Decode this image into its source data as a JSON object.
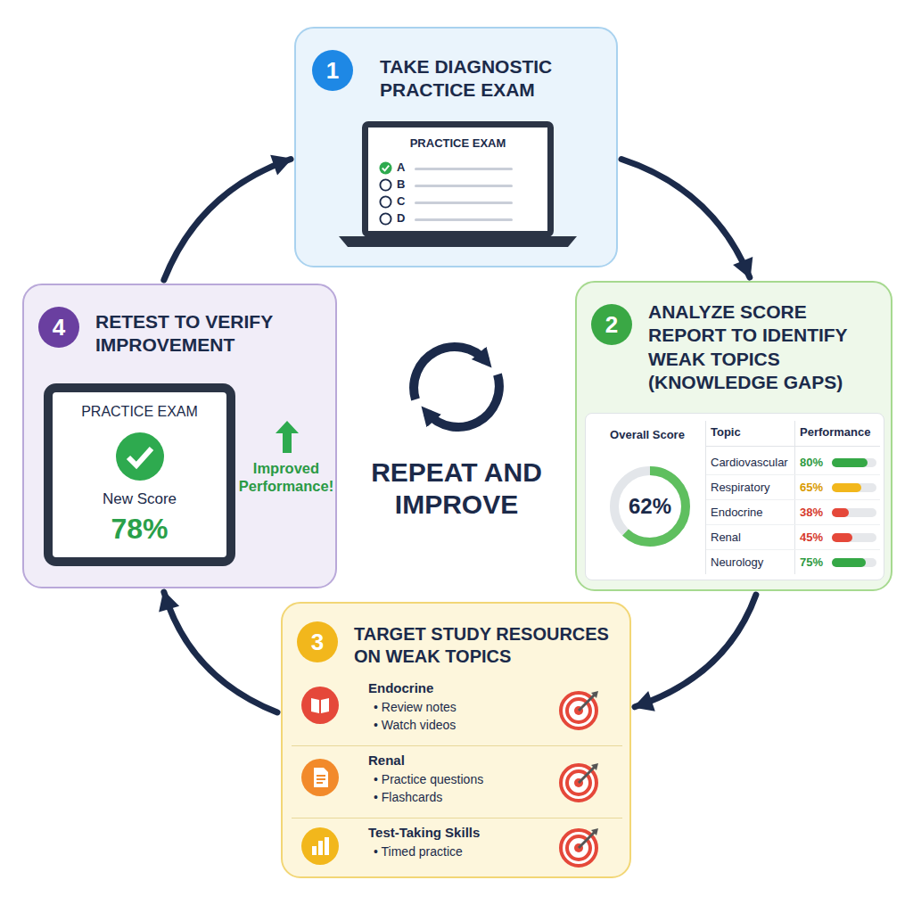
{
  "diagram": {
    "nodes": [
      {
        "text": [
          "TAKE DIAGNOSTIC PRACTICE EXAM"
        ]
      },
      {
        "text": [
          "1"
        ],
        "in": 0
      },
      {
        "text": [
          "PRACTICE EXAM",
          "A",
          "B",
          "C",
          "D"
        ],
        "in": 0
      },
      {
        "text": [
          "ANALYZE SCORE REPORT TO IDENTIFY WEAK TOPICS (KNOWLEDGE GAPS)"
        ]
      },
      {
        "text": [
          "2"
        ],
        "in": 3
      },
      {
        "text": [
          "Overall Score",
          "62%",
          "Topic",
          "Performance",
          "Cardiovascular",
          "80%",
          "Respiratory",
          "65%",
          "Endocrine",
          "38%",
          "Renal",
          "45%",
          "Neurology",
          "75%"
        ],
        "in": 3
      },
      {
        "text": [
          "TARGET STUDY RESOURCES ON WEAK TOPICS"
        ]
      },
      {
        "text": [
          "3"
        ],
        "in": 6
      },
      {
        "text": [
          "Endocrine",
          "• Review notes",
          "• Watch videos"
        ],
        "in": 6
      },
      {
        "text": [
          "Renal",
          "• Practice questions",
          "• Flashcards"
        ],
        "in": 6
      },
      {
        "text": [
          "Test-Taking Skills",
          "• Timed practice"
        ],
        "in": 6
      },
      {
        "text": [
          "RETEST TO VERIFY IMPROVEMENT",
          "Improved Performance!"
        ]
      },
      {
        "text": [
          "4"
        ],
        "in": 11
      },
      {
        "text": [
          "PRACTICE EXAM",
          "New Score",
          "78%"
        ],
        "in": 11
      }
    ],
    "edges": [
      {
        "from": 0,
        "to": 3,
        "arrow": "to"
      },
      {
        "from": 3,
        "to": 6,
        "arrow": "to"
      },
      {
        "from": 6,
        "to": 11,
        "arrow": "to"
      },
      {
        "from": 11,
        "to": 0,
        "arrow": "to"
      }
    ],
    "labels": [
      "REPEAT AND IMPROVE"
    ]
  }
}
